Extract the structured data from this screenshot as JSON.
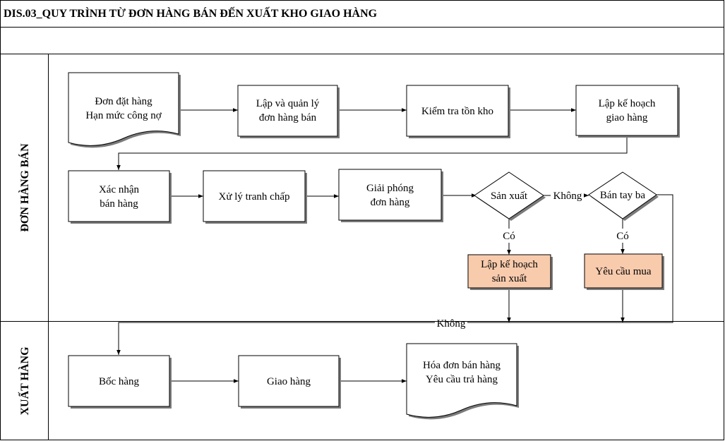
{
  "title": "DIS.03_QUY TRÌNH TỪ ĐƠN HÀNG BÁN ĐẾN XUẤT KHO GIAO HÀNG",
  "lanes": {
    "sales": "ĐƠN HÀNG BÁN",
    "shipping": "XUẤT HÀNG"
  },
  "nodes": {
    "order_doc": [
      "Đơn đặt hàng",
      "Hạn mức công nợ"
    ],
    "create_order": [
      "Lập và quản lý",
      "đơn hàng bán"
    ],
    "check_stock": [
      "Kiểm tra tồn kho"
    ],
    "plan_delivery": [
      "Lập kế hoạch",
      "giao hàng"
    ],
    "confirm_sale": [
      "Xác nhận",
      "bán hàng"
    ],
    "dispute": [
      "Xử lý tranh chấp"
    ],
    "release_order": [
      "Giải phóng",
      "đơn hàng"
    ],
    "decision_produce": [
      "Sản xuất"
    ],
    "decision_third_party": [
      "Bán tay ba"
    ],
    "plan_production": [
      "Lập kế hoạch",
      "sản xuất"
    ],
    "purchase_request": [
      "Yêu cầu mua"
    ],
    "picking": [
      "Bốc hàng"
    ],
    "delivery": [
      "Giao hàng"
    ],
    "invoice_doc": [
      "Hóa đơn bán hàng",
      "Yêu cầu trả hàng"
    ]
  },
  "edge_labels": {
    "no_1": "Không",
    "yes_1": "Có",
    "yes_2": "Có",
    "no_2": "Không"
  },
  "colors": {
    "highlight": "#f8cbad",
    "shadow": "#7a7a7a",
    "line": "#000000"
  }
}
